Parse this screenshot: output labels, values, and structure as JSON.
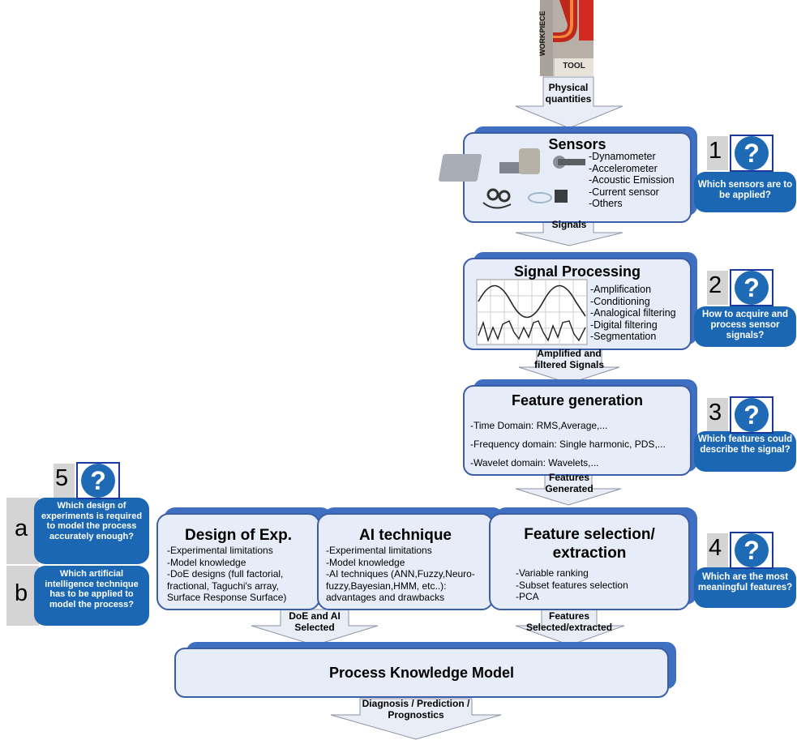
{
  "colors": {
    "box_fill": "#e6edf8",
    "box_back": "#3e6fc1",
    "arrow_fill": "#e9edf5",
    "question_fill": "#1b67b3",
    "question_frame": "#1a3aa0",
    "index_fill": "#d4d4d4"
  },
  "top_image": {
    "label_workpiece": "WORKPIECE",
    "label_tool": "TOOL"
  },
  "arrows": {
    "physical": "Physical quantities",
    "signals": "Signals",
    "amplified": "Amplified and filtered Signals",
    "features_generated": "Features Generated",
    "doe_ai_selected": "DoE and AI Selected",
    "features_selected": "Features Selected/extracted",
    "diagnosis": "Diagnosis / Prediction / Prognostics"
  },
  "sensors": {
    "title": "Sensors",
    "items": [
      "-Dynamometer",
      "-Accelerometer",
      "-Acoustic Emission",
      "-Current sensor",
      "-Others"
    ]
  },
  "signal_processing": {
    "title": "Signal Processing",
    "items": [
      "-Amplification",
      "-Conditioning",
      "-Analogical filtering",
      "-Digital filtering",
      "-Segmentation"
    ]
  },
  "feature_generation": {
    "title": "Feature generation",
    "items": [
      "-Time Domain: RMS,Average,...",
      "-Frequency domain: Single harmonic, PDS,...",
      "-Wavelet domain: Wavelets,..."
    ]
  },
  "design_of_exp": {
    "title": "Design of Exp.",
    "items": [
      "-Experimental limitations",
      "-Model knowledge",
      "-DoE designs (full factorial,",
      "fractional, Taguchi's array,",
      "Surface Response Surface)"
    ]
  },
  "ai_technique": {
    "title": "AI technique",
    "items": [
      "-Experimental limitations",
      "-Model knowledge",
      "-AI techniques (ANN,Fuzzy,Neuro-",
      "fuzzy,Bayesian,HMM, etc..):",
      "advantages and drawbacks"
    ]
  },
  "feature_selection": {
    "title_line1": "Feature selection/",
    "title_line2": "extraction",
    "items": [
      "-Variable ranking",
      "-Subset features selection",
      "-PCA"
    ]
  },
  "process_model": {
    "title": "Process Knowledge Model"
  },
  "questions": {
    "q1": {
      "number": "1",
      "mark": "?",
      "text": "Which sensors are to be applied?"
    },
    "q2": {
      "number": "2",
      "mark": "?",
      "text": "How to acquire and process sensor signals?"
    },
    "q3": {
      "number": "3",
      "mark": "?",
      "text": "Which features could describe the signal?"
    },
    "q4": {
      "number": "4",
      "mark": "?",
      "text": "Which are the most meaningful features?"
    },
    "q5": {
      "number": "5",
      "mark": "?"
    },
    "qa": {
      "letter": "a",
      "text": "Which design of experiments is required to model the process accurately enough?"
    },
    "qb": {
      "letter": "b",
      "text": "Which artificial intelligence technique has to be applied to model the process?"
    }
  }
}
